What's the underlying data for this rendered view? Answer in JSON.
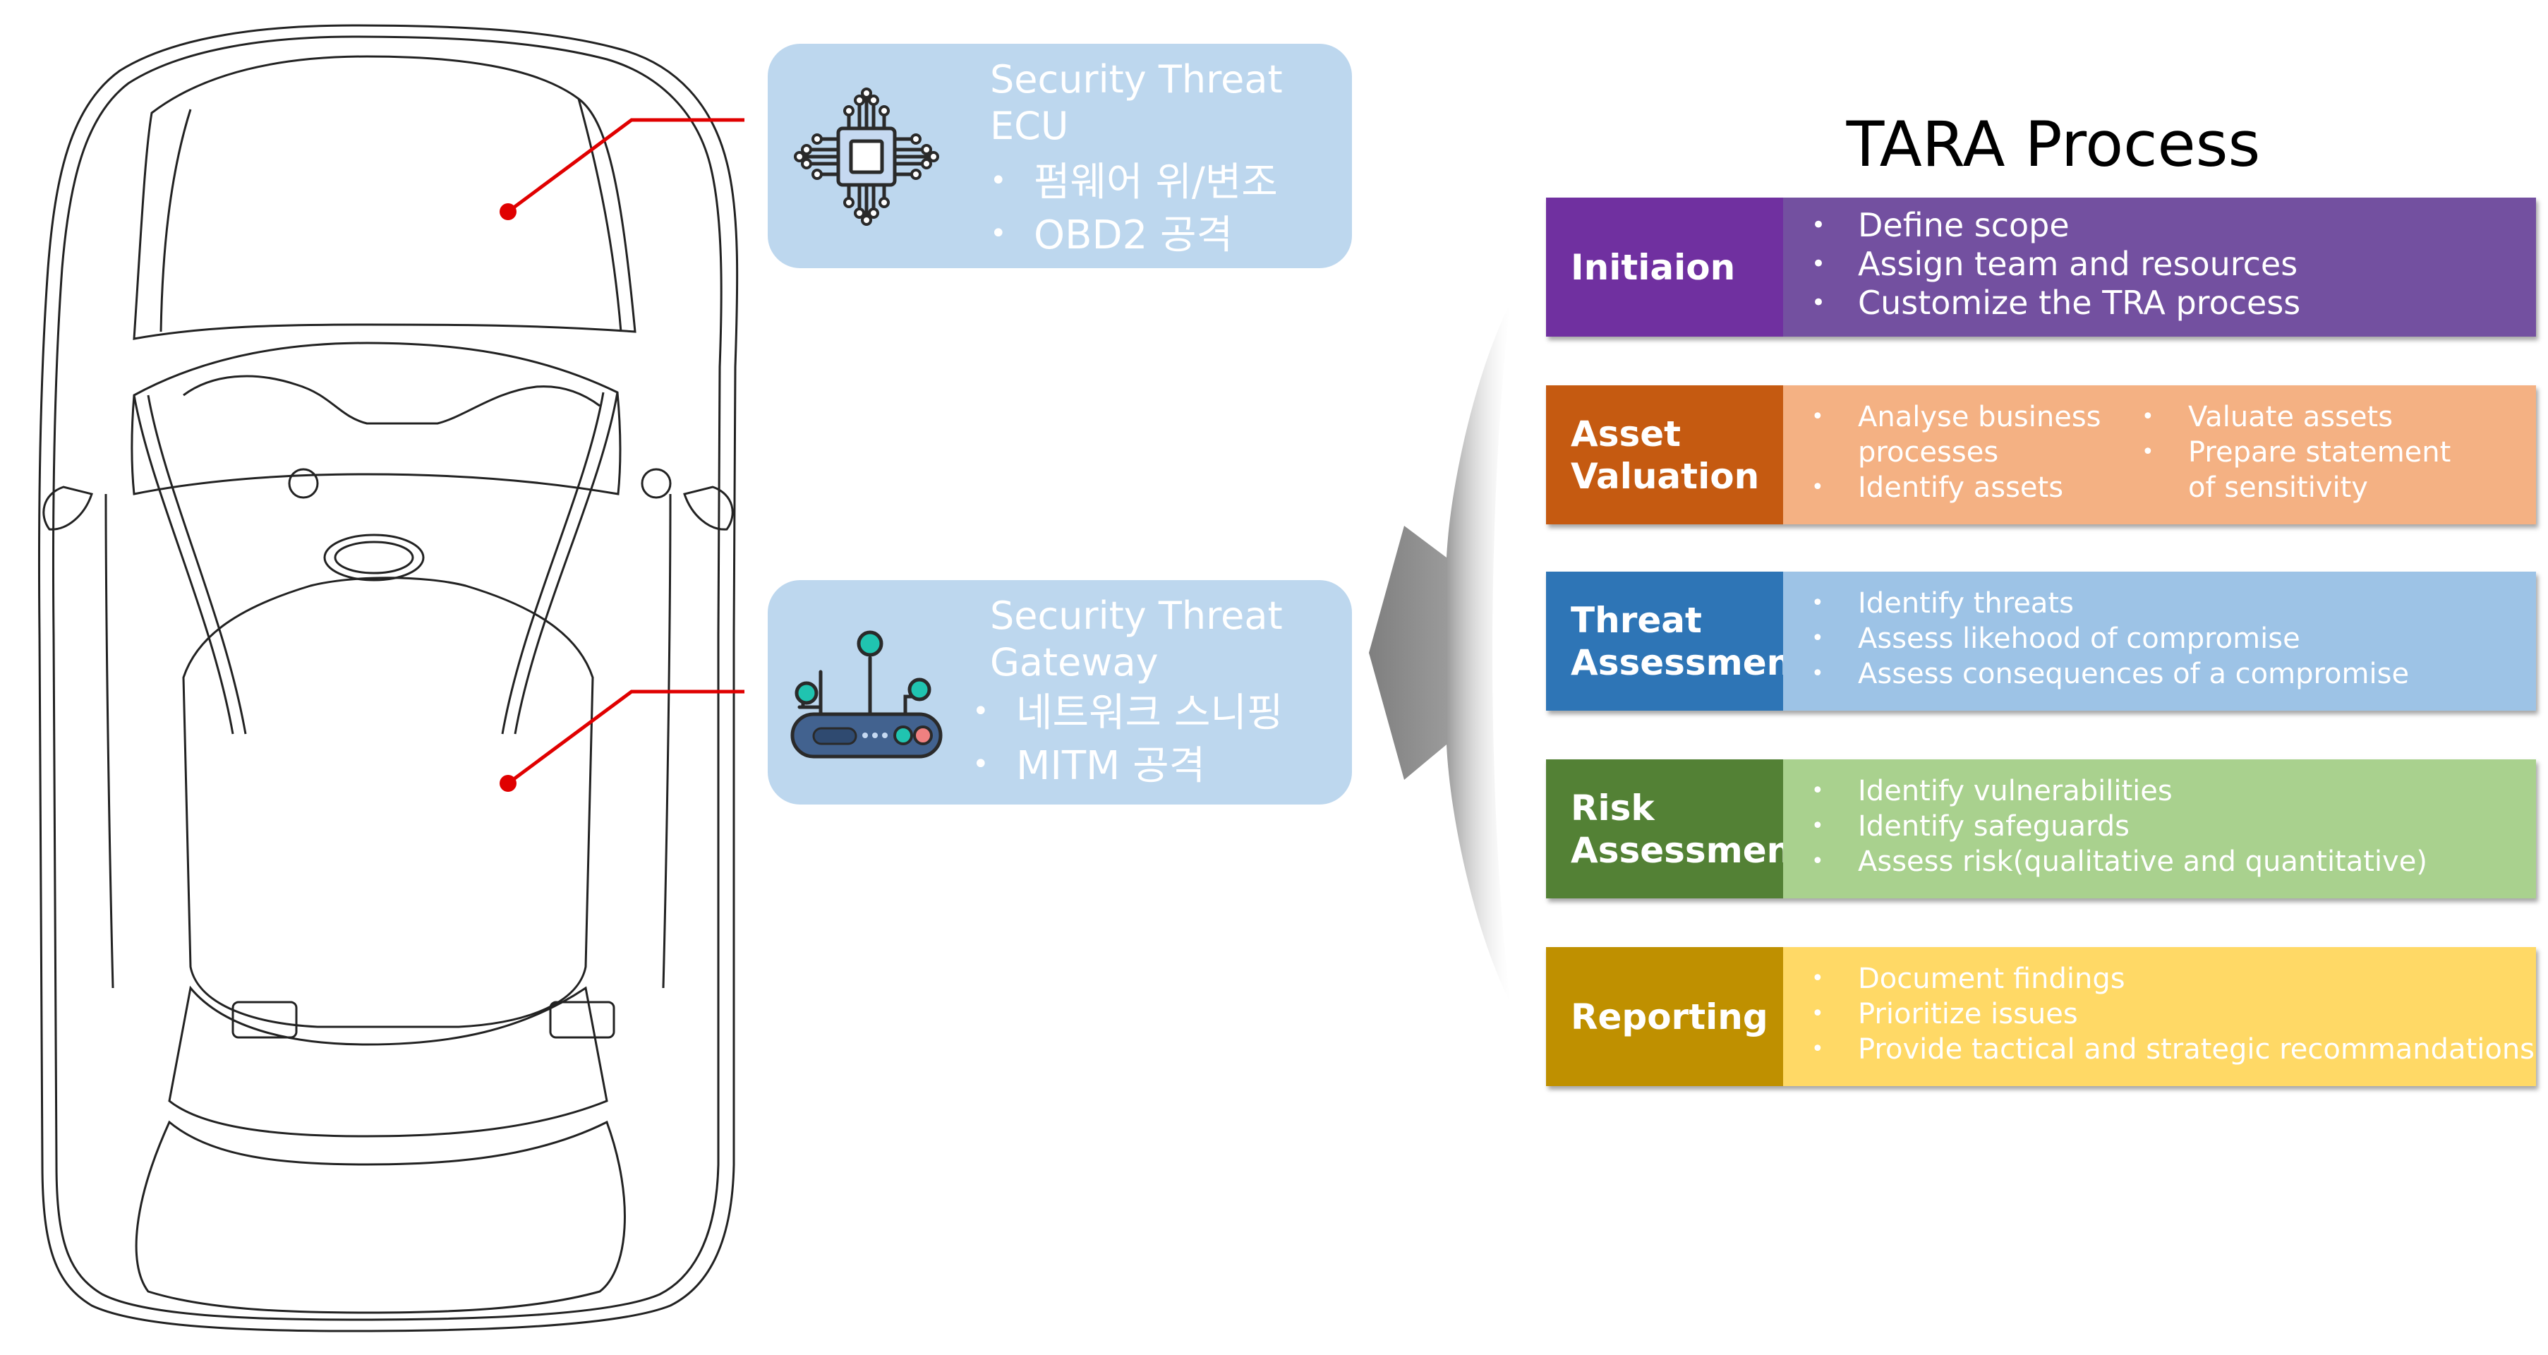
{
  "threats": [
    {
      "title_line1": "Security Threat",
      "title_line2": "ECU",
      "items": [
        "펌웨어 위/변조",
        "OBD2 공격"
      ],
      "icon": "chip-icon"
    },
    {
      "title_line1": "Security Threat",
      "title_line2": "Gateway",
      "items": [
        "네트워크 스니핑",
        "MITM 공격"
      ],
      "icon": "router-icon"
    }
  ],
  "tara": {
    "title": "TARA Process",
    "stages": [
      {
        "label_line1": "Initiaion",
        "label_line2": "",
        "color_label": "#7030a0",
        "color_body": "#7350a0",
        "items": [
          "Define scope",
          "Assign team and resources",
          "Customize the TRA process"
        ]
      },
      {
        "label_line1": "Asset",
        "label_line2": "Valuation",
        "color_label": "#c55a11",
        "color_body": "#f4b183",
        "col1": [
          "Analyse business",
          "processes",
          "Identify assets"
        ],
        "col2": [
          "Valuate assets",
          "Prepare statement",
          "of sensitivity"
        ]
      },
      {
        "label_line1": "Threat",
        "label_line2": "Assessment",
        "color_label": "#2e75b6",
        "color_body": "#9dc3e6",
        "items": [
          "Identify threats",
          "Assess likehood of compromise",
          "Assess consequences of a compromise"
        ]
      },
      {
        "label_line1": "Risk",
        "label_line2": "Assessment",
        "color_label": "#538135",
        "color_body": "#a9d18e",
        "items": [
          "Identify vulnerabilities",
          "Identify safeguards",
          "Assess risk(qualitative and quantitative)"
        ]
      },
      {
        "label_line1": "Reporting",
        "label_line2": "",
        "color_label": "#bf9000",
        "color_body": "#ffd966",
        "items": [
          "Document findings",
          "Prioritize issues",
          "Provide tactical and strategic recommandations"
        ]
      }
    ]
  },
  "colors": {
    "threat_box": "#bdd7ee",
    "marker": "#e00000",
    "arrow": "#8c8c8c"
  }
}
